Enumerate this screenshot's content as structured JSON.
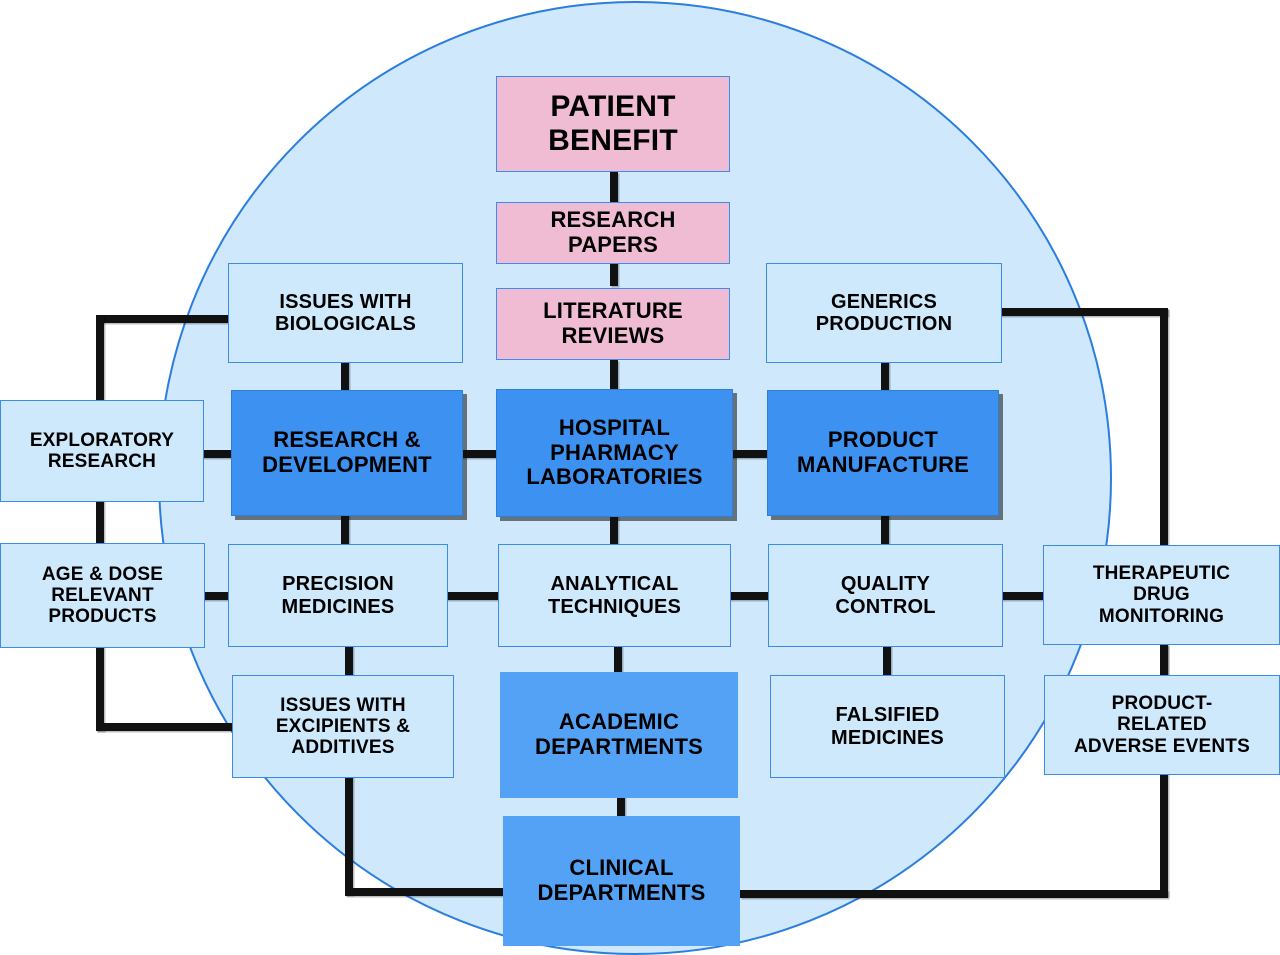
{
  "figure": {
    "title": "Hospital pharmacy laboratories network diagram",
    "circle": {
      "name": "hospital-pharmacy-domain-circle",
      "fill": "#cfe8fb",
      "stroke": "#2b7de0"
    },
    "palette": {
      "light_blue_fill": "#cde9fb",
      "light_blue_stroke": "#3d8bea",
      "strong_blue_fill": "#3d91f0",
      "strong_blue_flat_fill": "#54a2f5",
      "pink_fill": "#f0bcd4",
      "connector": "#111111",
      "background": "#ffffff"
    }
  },
  "nodes": {
    "patient_benefit": "PATIENT\nBENEFIT",
    "research_papers": "RESEARCH\nPAPERS",
    "literature_reviews": "LITERATURE\nREVIEWS",
    "issues_with_biologicals": "ISSUES WITH\nBIOLOGICALS",
    "generics_production": "GENERICS\nPRODUCTION",
    "exploratory_research": "EXPLORATORY\nRESEARCH",
    "research_and_development": "RESEARCH &\nDEVELOPMENT",
    "hospital_pharmacy_laboratories": "HOSPITAL\nPHARMACY\nLABORATORIES",
    "product_manufacture": "PRODUCT\nMANUFACTURE",
    "age_and_dose_relevant_products": "AGE & DOSE\nRELEVANT\nPRODUCTS",
    "precision_medicines": "PRECISION\nMEDICINES",
    "analytical_techniques": "ANALYTICAL\nTECHNIQUES",
    "quality_control": "QUALITY\nCONTROL",
    "therapeutic_drug_monitoring": "THERAPEUTIC\nDRUG\nMONITORING",
    "issues_with_excipients_and_additives": "ISSUES WITH\nEXCIPIENTS &\nADDITIVES",
    "academic_departments": "ACADEMIC\nDEPARTMENTS",
    "falsified_medicines": "FALSIFIED\nMEDICINES",
    "product_related_adverse_events": "PRODUCT-\nRELATED\nADVERSE EVENTS",
    "clinical_departments": "CLINICAL\nDEPARTMENTS"
  },
  "chart_data": {
    "type": "diagram",
    "title": "Hospital Pharmacy Laboratories network",
    "layout": "grid of labelled boxes inside a large pale-blue circle, joined by orthogonal black connectors",
    "node_categories": {
      "pink": [
        "PATIENT BENEFIT",
        "RESEARCH PAPERS",
        "LITERATURE REVIEWS"
      ],
      "strong_blue": [
        "RESEARCH & DEVELOPMENT",
        "HOSPITAL PHARMACY LABORATORIES",
        "PRODUCT MANUFACTURE",
        "ACADEMIC DEPARTMENTS",
        "CLINICAL DEPARTMENTS"
      ],
      "light_blue": [
        "ISSUES WITH BIOLOGICALS",
        "GENERICS PRODUCTION",
        "EXPLORATORY RESEARCH",
        "AGE & DOSE RELEVANT PRODUCTS",
        "PRECISION MEDICINES",
        "ANALYTICAL TECHNIQUES",
        "QUALITY CONTROL",
        "THERAPEUTIC DRUG MONITORING",
        "ISSUES WITH EXCIPIENTS & ADDITIVES",
        "FALSIFIED MEDICINES",
        "PRODUCT-RELATED ADVERSE EVENTS"
      ]
    },
    "edges": [
      [
        "PATIENT BENEFIT",
        "RESEARCH PAPERS"
      ],
      [
        "RESEARCH PAPERS",
        "LITERATURE REVIEWS"
      ],
      [
        "LITERATURE REVIEWS",
        "HOSPITAL PHARMACY LABORATORIES"
      ],
      [
        "ISSUES WITH BIOLOGICALS",
        "RESEARCH & DEVELOPMENT"
      ],
      [
        "GENERICS PRODUCTION",
        "PRODUCT MANUFACTURE"
      ],
      [
        "RESEARCH & DEVELOPMENT",
        "HOSPITAL PHARMACY LABORATORIES"
      ],
      [
        "HOSPITAL PHARMACY LABORATORIES",
        "PRODUCT MANUFACTURE"
      ],
      [
        "EXPLORATORY RESEARCH",
        "RESEARCH & DEVELOPMENT"
      ],
      [
        "RESEARCH & DEVELOPMENT",
        "PRECISION MEDICINES"
      ],
      [
        "HOSPITAL PHARMACY LABORATORIES",
        "ANALYTICAL TECHNIQUES"
      ],
      [
        "PRODUCT MANUFACTURE",
        "QUALITY CONTROL"
      ],
      [
        "AGE & DOSE RELEVANT PRODUCTS",
        "PRECISION MEDICINES"
      ],
      [
        "PRECISION MEDICINES",
        "ANALYTICAL TECHNIQUES"
      ],
      [
        "ANALYTICAL TECHNIQUES",
        "QUALITY CONTROL"
      ],
      [
        "QUALITY CONTROL",
        "THERAPEUTIC DRUG MONITORING"
      ],
      [
        "PRECISION MEDICINES",
        "ISSUES WITH EXCIPIENTS & ADDITIVES"
      ],
      [
        "ANALYTICAL TECHNIQUES",
        "ACADEMIC DEPARTMENTS"
      ],
      [
        "QUALITY CONTROL",
        "FALSIFIED MEDICINES"
      ],
      [
        "THERAPEUTIC DRUG MONITORING",
        "PRODUCT-RELATED ADVERSE EVENTS"
      ],
      [
        "ACADEMIC DEPARTMENTS",
        "CLINICAL DEPARTMENTS"
      ],
      [
        "ISSUES WITH EXCIPIENTS & ADDITIVES",
        "CLINICAL DEPARTMENTS"
      ],
      [
        "ISSUES WITH BIOLOGICALS",
        "EXPLORATORY RESEARCH (left rail)"
      ],
      [
        "EXPLORATORY RESEARCH",
        "AGE & DOSE RELEVANT PRODUCTS (left rail)"
      ],
      [
        "AGE & DOSE RELEVANT PRODUCTS",
        "ISSUES WITH EXCIPIENTS & ADDITIVES (left rail)"
      ],
      [
        "GENERICS PRODUCTION",
        "THERAPEUTIC DRUG MONITORING (right rail)"
      ],
      [
        "PRODUCT-RELATED ADVERSE EVENTS",
        "CLINICAL DEPARTMENTS (right rail)"
      ]
    ]
  }
}
